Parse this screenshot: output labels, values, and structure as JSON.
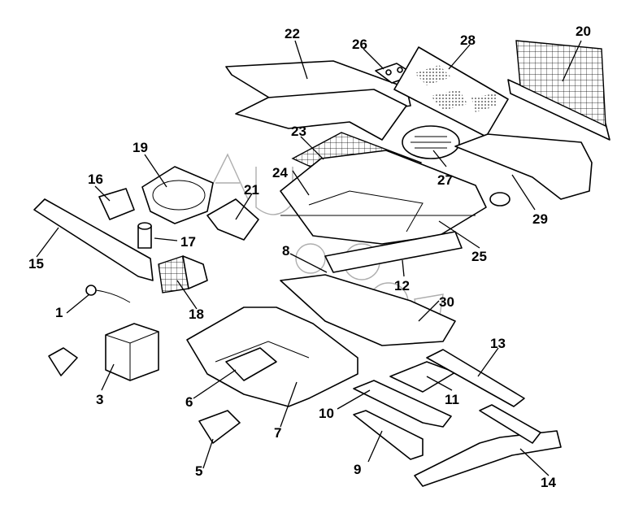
{
  "callouts": [
    {
      "id": "1",
      "text": "1"
    },
    {
      "id": "3",
      "text": "3"
    },
    {
      "id": "5",
      "text": "5"
    },
    {
      "id": "6",
      "text": "6"
    },
    {
      "id": "7",
      "text": "7"
    },
    {
      "id": "8",
      "text": "8"
    },
    {
      "id": "9",
      "text": "9"
    },
    {
      "id": "10",
      "text": "10"
    },
    {
      "id": "11",
      "text": "11"
    },
    {
      "id": "12",
      "text": "12"
    },
    {
      "id": "13",
      "text": "13"
    },
    {
      "id": "14",
      "text": "14"
    },
    {
      "id": "15",
      "text": "15"
    },
    {
      "id": "16",
      "text": "16"
    },
    {
      "id": "17",
      "text": "17"
    },
    {
      "id": "18",
      "text": "18"
    },
    {
      "id": "19",
      "text": "19"
    },
    {
      "id": "20",
      "text": "20"
    },
    {
      "id": "21",
      "text": "21"
    },
    {
      "id": "22",
      "text": "22"
    },
    {
      "id": "23",
      "text": "23"
    },
    {
      "id": "24",
      "text": "24"
    },
    {
      "id": "25",
      "text": "25"
    },
    {
      "id": "26",
      "text": "26"
    },
    {
      "id": "27",
      "text": "27"
    },
    {
      "id": "28",
      "text": "28"
    },
    {
      "id": "29",
      "text": "29"
    },
    {
      "id": "30",
      "text": "30"
    }
  ],
  "colors": {
    "ink": "#000000",
    "paper": "#ffffff",
    "watermark": "#9a9a9a"
  }
}
